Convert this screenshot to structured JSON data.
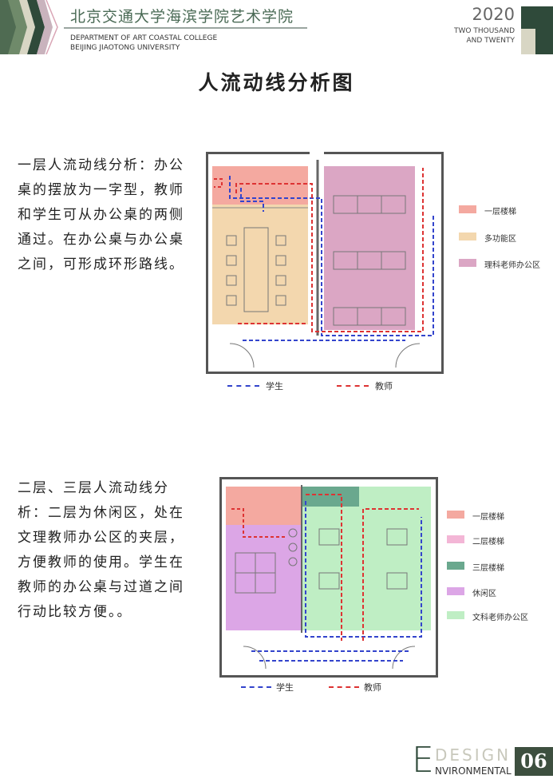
{
  "header": {
    "school_cn": "北京交通大学海滨学院艺术学院",
    "dept_en": "DEPARTMENT OF ART COASTAL COLLEGE",
    "univ_en": "BEIJING JIAOTONG UNIVERSITY",
    "year": "2020",
    "year_words_1": "TWO THOUSAND",
    "year_words_2": "AND TWENTY"
  },
  "title": "人流动线分析图",
  "section1": {
    "text": "一层人流动线分析：办公桌的摆放为一字型，教师和学生可从办公桌的两侧通过。在办公桌与办公桌之间，可形成环形路线。",
    "legend": [
      {
        "label": "一层楼梯",
        "color": "#f4a9a0"
      },
      {
        "label": "多功能区",
        "color": "#f3d7ae"
      },
      {
        "label": "理科老师办公区",
        "color": "#dba6c4"
      }
    ],
    "student": "学生",
    "teacher": "教师"
  },
  "section2": {
    "text": "二层、三层人流动线分析：二层为休闲区，处在文理教师办公区的夹层，方便教师的使用。学生在教师的办公桌与过道之间行动比较方便。。",
    "legend": [
      {
        "label": "一层楼梯",
        "color": "#f4a9a0"
      },
      {
        "label": "二层楼梯",
        "color": "#f3b6d6"
      },
      {
        "label": "三层楼梯",
        "color": "#6aa88e"
      },
      {
        "label": "休闲区",
        "color": "#dca6e6"
      },
      {
        "label": "文科老师办公区",
        "color": "#bfeec4"
      }
    ],
    "student": "学生",
    "teacher": "教师"
  },
  "footer": {
    "design": "DESIGN",
    "e": "E",
    "environmental": "NVIRONMENTAL",
    "page": "06"
  },
  "colors": {
    "student": "#3344cc",
    "teacher": "#dd3333",
    "dark_green": "#2f4a3a"
  }
}
